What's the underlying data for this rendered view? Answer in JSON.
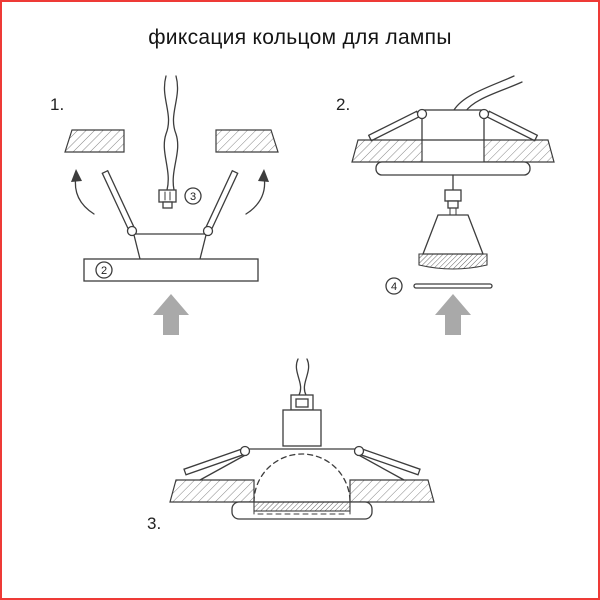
{
  "page": {
    "title": "фиксация кольцом для лампы",
    "border_color": "#ee3a36",
    "background_color": "#ffffff"
  },
  "diagram": {
    "step_labels": [
      "1.",
      "2.",
      "3."
    ],
    "callout_numbers": [
      "3",
      "2",
      "4"
    ],
    "colors": {
      "line": "#3d3d3d",
      "hatch": "#777777",
      "arrow": "#a9a9a9"
    }
  }
}
